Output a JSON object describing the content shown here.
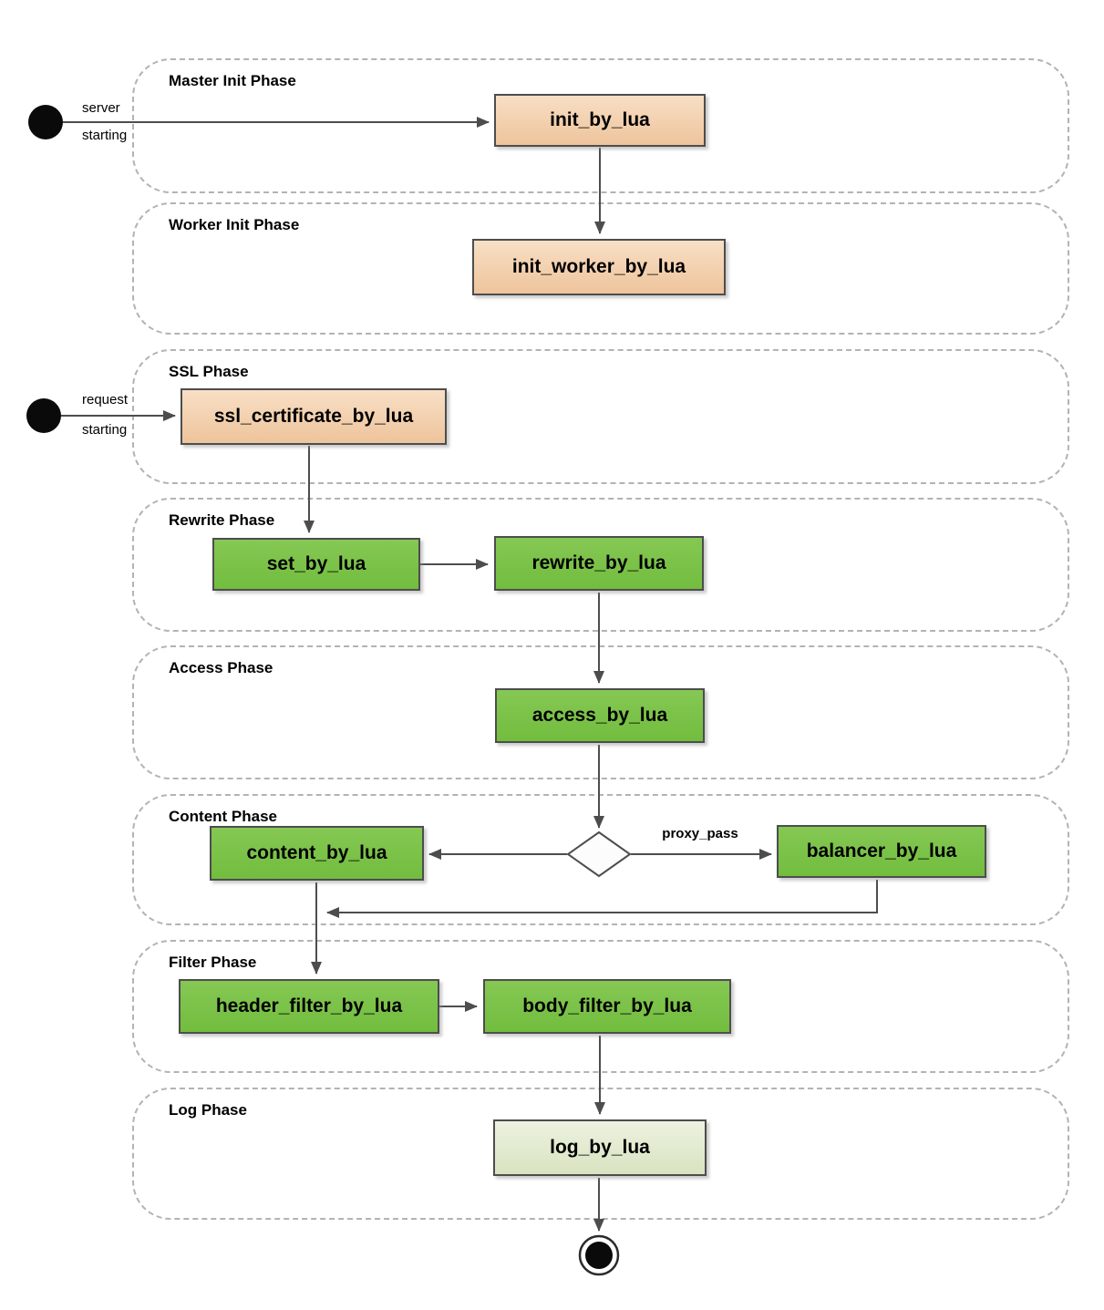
{
  "colors": {
    "init_box_top": "#f8dfc5",
    "init_box_bottom": "#eec49c",
    "request_box_top": "#85c854",
    "request_box_bottom": "#72bd3e",
    "log_box_top": "#edf2e0",
    "log_box_bottom": "#d8e3c0",
    "box_border": "#4d4d4d",
    "arrow": "#4d4d4d",
    "phase_border": "#b3b3b3",
    "text": "#000000"
  },
  "phases": {
    "master_init": {
      "label": "Master Init Phase"
    },
    "worker_init": {
      "label": "Worker Init Phase"
    },
    "ssl": {
      "label": "SSL Phase"
    },
    "rewrite": {
      "label": "Rewrite Phase"
    },
    "access": {
      "label": "Access Phase"
    },
    "content": {
      "label": "Content Phase"
    },
    "filter": {
      "label": "Filter Phase"
    },
    "log": {
      "label": "Log Phase"
    }
  },
  "nodes": {
    "init_by_lua": {
      "label": "init_by_lua",
      "kind": "init"
    },
    "init_worker_by_lua": {
      "label": "init_worker_by_lua",
      "kind": "init"
    },
    "ssl_certificate_by_lua": {
      "label": "ssl_certificate_by_lua",
      "kind": "init"
    },
    "set_by_lua": {
      "label": "set_by_lua",
      "kind": "request"
    },
    "rewrite_by_lua": {
      "label": "rewrite_by_lua",
      "kind": "request"
    },
    "access_by_lua": {
      "label": "access_by_lua",
      "kind": "request"
    },
    "content_by_lua": {
      "label": "content_by_lua",
      "kind": "request"
    },
    "balancer_by_lua": {
      "label": "balancer_by_lua",
      "kind": "request"
    },
    "header_filter_by_lua": {
      "label": "header_filter_by_lua",
      "kind": "request"
    },
    "body_filter_by_lua": {
      "label": "body_filter_by_lua",
      "kind": "request"
    },
    "log_by_lua": {
      "label": "log_by_lua",
      "kind": "log"
    }
  },
  "edge_labels": {
    "server_starting": [
      "server",
      "starting"
    ],
    "request_starting": [
      "request",
      "starting"
    ],
    "proxy_pass": "proxy_pass"
  }
}
